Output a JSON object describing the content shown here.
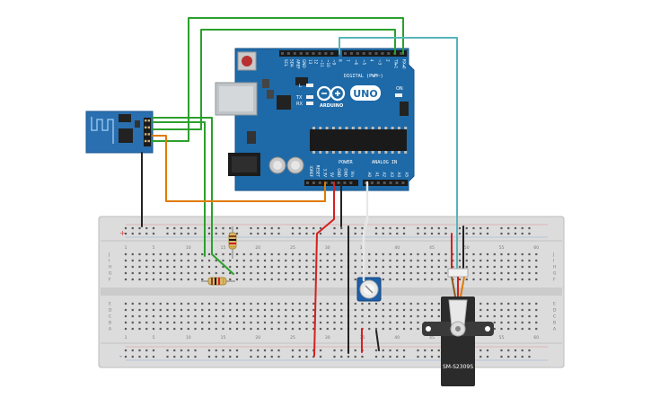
{
  "arduino": {
    "board_color": "#1e6aa8",
    "logo_text": "ARDUINO",
    "model": "UNO",
    "digital_header": "DIGITAL (PWM~)",
    "power_header": "POWER",
    "analog_header": "ANALOG IN",
    "on_label": "ON",
    "l_label": "L",
    "tx_label": "TX",
    "rx_label": "RX",
    "top_pin_labels": [
      "SCL",
      "SDA",
      "AREF",
      "GND",
      "13",
      "12",
      "~11",
      "~10",
      "~9",
      "8",
      "7",
      "~6",
      "~5",
      "4",
      "~3",
      "2",
      "TX▸1",
      "RX◂0"
    ],
    "bottom_pin_labels": [
      "IOREF",
      "RESET",
      "3.3V",
      "5V",
      "GND",
      "GND",
      "Vin",
      "A0",
      "A1",
      "A2",
      "A3",
      "A4",
      "A5"
    ]
  },
  "servo": {
    "label": "SM-S2309S",
    "body_color": "#2b2b2b"
  },
  "breadboard": {
    "column_numbers": [
      "1",
      "5",
      "10",
      "15",
      "20",
      "25",
      "30",
      "35",
      "40",
      "45",
      "50",
      "55",
      "60"
    ],
    "row_letters_top": [
      "J",
      "I",
      "H",
      "G",
      "F"
    ],
    "row_letters_bottom": [
      "E",
      "D",
      "C",
      "B",
      "A"
    ],
    "rail_plus": "+",
    "rail_minus": "-"
  },
  "wires": {
    "green": "#2ca02c",
    "orange": "#e07b00",
    "teal": "#57b5b9",
    "red": "#d62020",
    "black": "#222222",
    "white": "#f4f4f4"
  }
}
